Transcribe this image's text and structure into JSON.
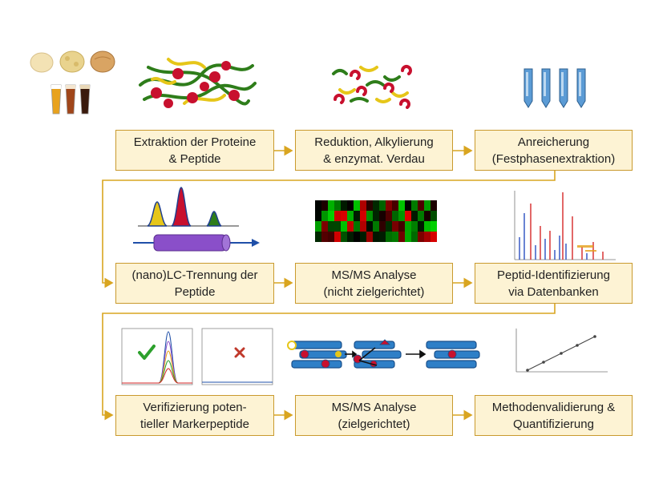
{
  "steps": [
    {
      "id": "extraction",
      "label": "Extraktion der Proteine\n& Peptide"
    },
    {
      "id": "reduction",
      "label": "Reduktion, Alkylierung\n& enzymat. Verdau"
    },
    {
      "id": "enrichment",
      "label": "Anreicherung\n(Festphasenextraktion)"
    },
    {
      "id": "lc-separation",
      "label": "(nano)LC-Trennung der\nPeptide"
    },
    {
      "id": "msms-untargeted",
      "label": "MS/MS Analyse\n(nicht zielgerichtet)"
    },
    {
      "id": "peptide-identification",
      "label": "Peptid-Identifizierung\nvia Datenbanken"
    },
    {
      "id": "verification",
      "label": "Verifizierung poten-\ntieller Markerpeptide"
    },
    {
      "id": "msms-targeted",
      "label": "MS/MS Analyse\n(zielgerichtet)"
    },
    {
      "id": "validation",
      "label": "Methodenvalidierung &\nQuantifizierung"
    }
  ],
  "colors": {
    "box_fill": "#fdf3d4",
    "box_border": "#c99a2e",
    "arrow": "#d9a520",
    "peptide_red": "#c8102e",
    "peptide_green": "#2e7d1a",
    "peptide_yellow": "#e6c619",
    "check_green": "#2ca02c",
    "cross_red": "#c0392b"
  },
  "icons": [
    "food-samples-icon",
    "beer-glasses-icon",
    "protein-tangle-icon",
    "digested-peptides-icon",
    "spe-cartridges-icon",
    "chromatogram-icon",
    "lc-column-icon",
    "heatmap-icon",
    "mass-spectrum-icon",
    "srm-trace-icon",
    "check-icon",
    "cross-icon",
    "peptide-fragment-icon",
    "calibration-line-icon"
  ]
}
